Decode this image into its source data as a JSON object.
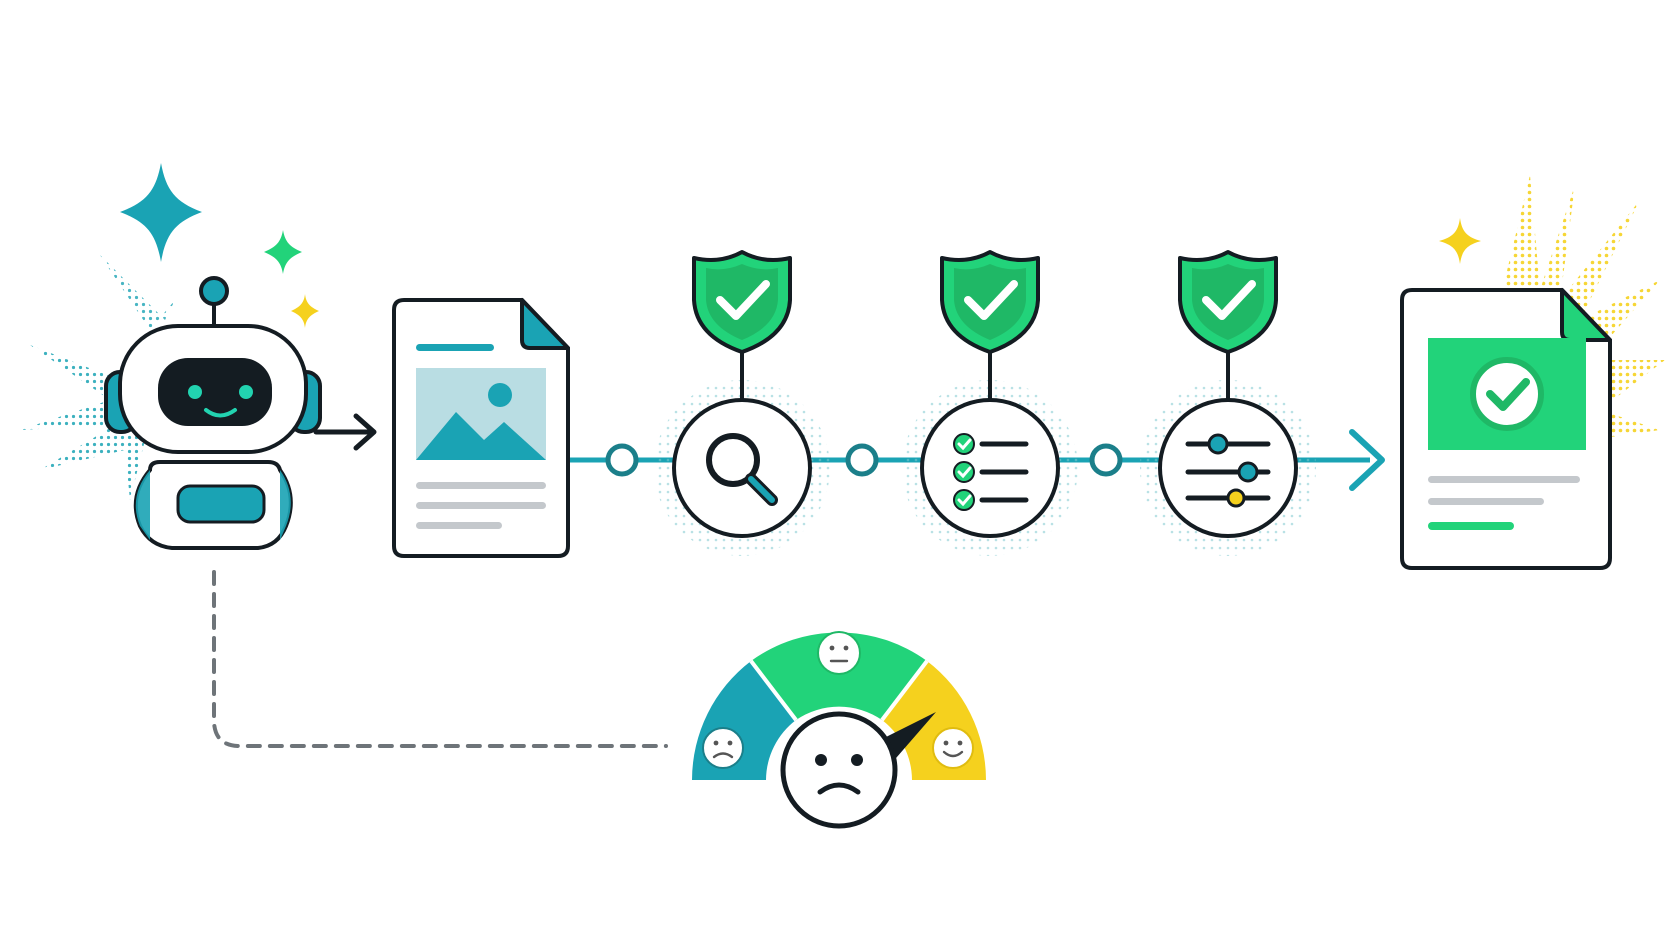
{
  "colors": {
    "ink": "#141c22",
    "teal": "#1aa3b4",
    "teal_dark": "#1b7f8a",
    "green": "#22d37a",
    "green_dark": "#1fb866",
    "yellow": "#f5d11e",
    "gray": "#c4c8cc",
    "light_teal": "#b9dde3",
    "dashed": "#6e7479"
  },
  "diagram": {
    "nodes": [
      {
        "id": "robot",
        "icon": "robot-icon"
      },
      {
        "id": "input-document",
        "icon": "image-document-icon"
      },
      {
        "id": "check-search",
        "icon": "magnifier-icon",
        "badge": "shield-check-icon"
      },
      {
        "id": "check-checklist",
        "icon": "checklist-icon",
        "badge": "shield-check-icon"
      },
      {
        "id": "check-adjust",
        "icon": "sliders-icon",
        "badge": "shield-check-icon"
      },
      {
        "id": "approved-document",
        "icon": "approved-document-icon"
      }
    ],
    "gauge": {
      "icon": "sentiment-gauge-icon",
      "segments": [
        "sad",
        "neutral",
        "happy"
      ],
      "center_face": "sad",
      "needle_points_to": "happy"
    }
  }
}
